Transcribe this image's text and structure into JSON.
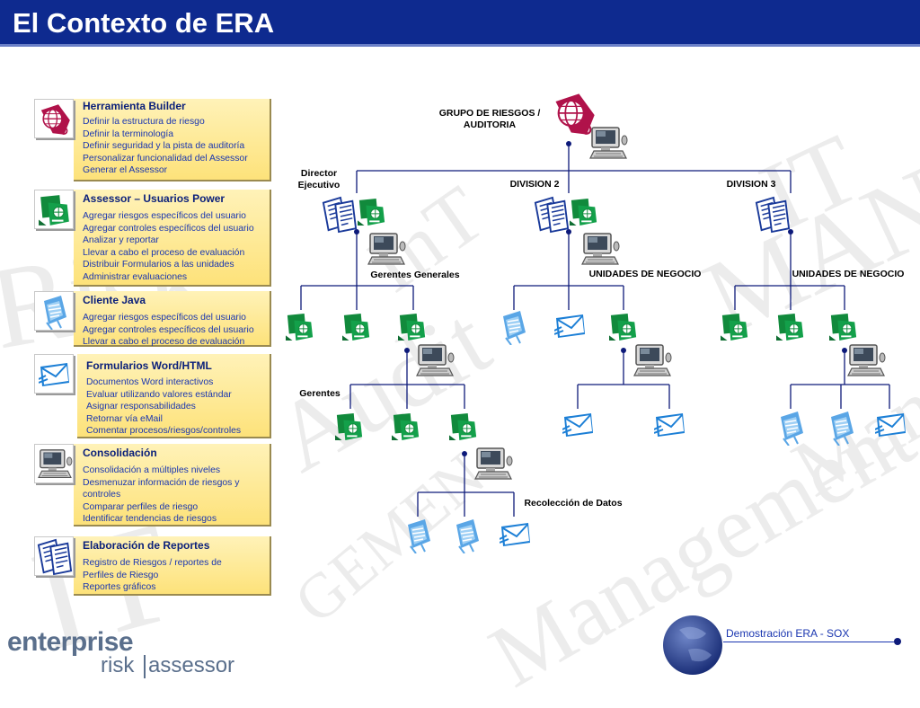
{
  "page_title": "El Contexto de ERA",
  "background_words": [
    "Risk",
    "Audit",
    "Management",
    "IT",
    "MAN",
    "GEMEN",
    "Management",
    "IT",
    "InT"
  ],
  "colors": {
    "header_bg": "#0e2a8f",
    "panel_fill": "#fde27a",
    "panel_title": "#0a1f7a",
    "panel_text": "#1a36b0",
    "connector": "#0d1a7a"
  },
  "panels": [
    {
      "icon": "globe-person-icon",
      "title": "Herramienta Builder",
      "items": [
        "Definir la estructura de riesgo",
        "Definir la terminología",
        "Definir seguridad y la pista de auditoría",
        "Personalizar funcionalidad del Assessor",
        "Generar el Assessor"
      ]
    },
    {
      "icon": "assessor-icon",
      "title": "Assessor – Usuarios Power",
      "items": [
        "Agregar riesgos específicos del usuario",
        "Agregar controles específicos del usuario",
        "Analizar y reportar",
        "Llevar a cabo el proceso de evaluación",
        "Distribuir Formularios a las unidades",
        "Administrar evaluaciones"
      ]
    },
    {
      "icon": "java-client-icon",
      "title": "Cliente Java",
      "items": [
        "Agregar riesgos específicos del usuario",
        "Agregar controles específicos del usuario",
        "Llevar a cabo el proceso de evaluación"
      ]
    },
    {
      "icon": "mail-form-icon",
      "title": "Formularios Word/HTML",
      "items": [
        "Documentos Word interactivos",
        "Evaluar utilizando valores estándar",
        "Asignar responsabilidades",
        "Retornar vía eMail",
        "Comentar procesos/riesgos/controles"
      ]
    },
    {
      "icon": "computer-icon",
      "title": "Consolidación",
      "items": [
        "Consolidación a múltiples niveles",
        "Desmenuzar información de riesgos y controles",
        "Comparar perfiles de riesgo",
        "Identificar tendencias de riesgos"
      ]
    },
    {
      "icon": "report-icon",
      "title": "Elaboración de Reportes",
      "items": [
        "Registro de Riesgos / reportes de Perfiles de Riesgo",
        "Reportes gráficos"
      ]
    }
  ],
  "org_labels": {
    "group": "GRUPO DE RIESGOS / AUDITORIA",
    "director": "Director Ejecutivo",
    "division2": "DIVISION 2",
    "division3": "DIVISION 3",
    "general_managers": "Gerentes Generales",
    "business_units_2": "UNIDADES DE NEGOCIO",
    "business_units_3": "UNIDADES DE NEGOCIO",
    "managers": "Gerentes",
    "data_collection": "Recolección de Datos"
  },
  "footer": {
    "demo_link": "Demostración ERA - SOX",
    "logo_line1": "enterprise",
    "logo_line2a": "risk",
    "logo_line2b": "assessor"
  }
}
